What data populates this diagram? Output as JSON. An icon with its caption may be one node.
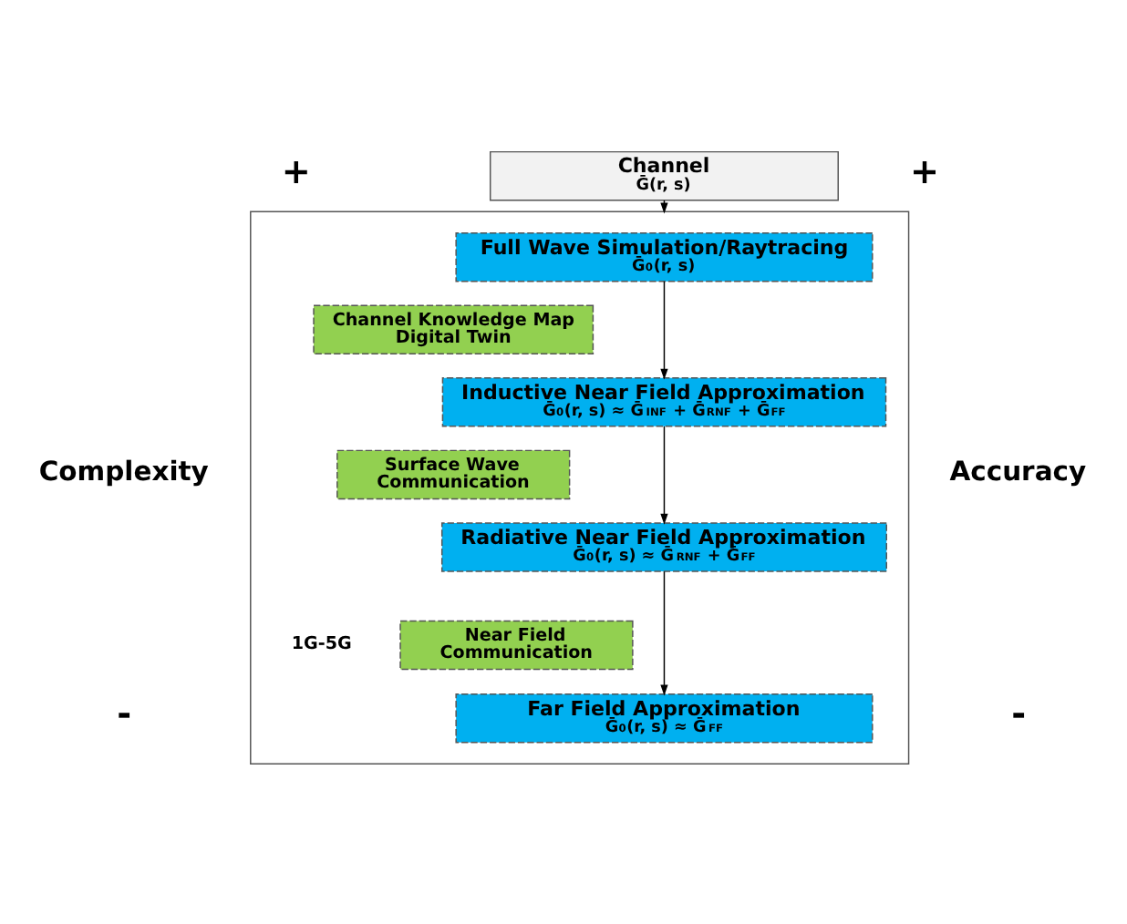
{
  "diagram": {
    "nodes": [
      {
        "text": [
          "Channel",
          "Ḡ(r, s)"
        ]
      },
      {
        "text": [],
        "shape": "box"
      },
      {
        "text": [
          "Full Wave Simulation/Raytracing",
          "Ḡ$_{0}$(r, s)"
        ],
        "in": 1
      },
      {
        "text": [
          "Channel Knowledge Map Digital Twin"
        ],
        "in": 1
      },
      {
        "text": [
          "Inductive Near Field Approximation",
          "Ḡ$_{0}$(r, s) ≈ Ḡ$_{INF}$ + Ḡ$_{RNF}$ + Ḡ$_{FF}$"
        ],
        "in": 1
      },
      {
        "text": [
          "Surface Wave Communication"
        ],
        "in": 1
      },
      {
        "text": [
          "Radiative Near Field Approximation",
          "Ḡ$_{0}$(r, s) ≈ Ḡ$_{RNF}$ + Ḡ$_{FF}$"
        ],
        "in": 1
      },
      {
        "text": [
          "Near Field Communication"
        ],
        "in": 1
      },
      {
        "text": [
          "Far Field Approximation",
          "Ḡ$_{0}$(r, s) ≈ Ḡ$_{FF}$"
        ],
        "in": 1
      }
    ],
    "edges": [
      {
        "from": 0,
        "to": 1,
        "arrow": "to"
      },
      {
        "from": 2,
        "to": 4,
        "arrow": "to"
      },
      {
        "from": 4,
        "to": 6,
        "arrow": "to"
      },
      {
        "from": 6,
        "to": 8,
        "arrow": "to"
      }
    ],
    "labels": [
      "+",
      "+",
      "Complexity",
      "Accuracy",
      "1G-5G",
      "-",
      "-"
    ]
  }
}
